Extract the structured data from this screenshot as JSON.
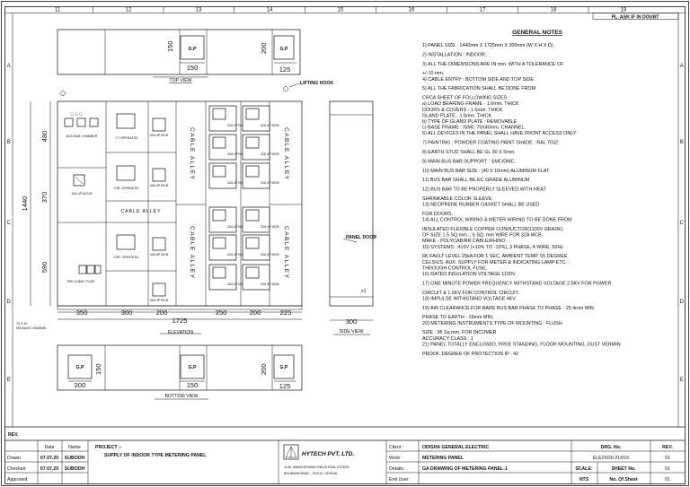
{
  "column_numbers": [
    "11",
    "12",
    "13",
    "14",
    "15",
    "16",
    "17",
    "18",
    "19"
  ],
  "row_letters": [
    "A",
    "B",
    "C",
    "D",
    "E"
  ],
  "corner_note": "PL. ASK IF IN DOUBT",
  "views": {
    "top": "TOP VIEW",
    "elevation": "ELEVATION",
    "side": "SIDE VIEW",
    "bottom": "BOTTOM VIEW"
  },
  "labels": {
    "lifting_hook": "LIFTING HOOK",
    "panel_door": "PANEL DOOR",
    "cable_alley": "CABLE ALLEY",
    "busbar_chamber": "BUS BAR CHAMBER",
    "ct_operated": "CT OPERATED",
    "dir_operated": "DIR. OPERATED",
    "mccb": "32A 4P MCCB",
    "spd_fuse": "SPD & MMC FUSE",
    "mcb": "32A 4P MCB",
    "base_channel": "75 X 40\nMS BASE CHANNEL",
    "gp": "G.P",
    "x1": "x1"
  },
  "dimensions": {
    "top_150": "150",
    "top_200": "200",
    "top_125": "125",
    "h_480": "480",
    "h_370": "370",
    "h_590": "590",
    "h_1440": "1440",
    "w_350": "350",
    "w_300": "300",
    "w_200a": "200",
    "w_250": "250",
    "w_200b": "200",
    "w_225": "225",
    "w_1725": "1725",
    "side_300": "300",
    "bot_200": "200",
    "bot_150": "150",
    "bot_125": "125"
  },
  "general_notes": {
    "title": "GENERAL NOTES",
    "items": [
      "1)  PANEL SIZE : 1440mm X 1725mm X 300mm (W X H X D).",
      "2)  INSTALLATION : INDOOR.",
      "3)  ALL THE DIMENSIONS ARE IN mm. WITH A TOLERANCE OF",
      "      +/-10 mm.",
      "4)  CABLE ENTRY : BOTTOM SIDE AND TOP SIDE.",
      "5)  ALL THE FABRICATION SHALL BE DONE FROM",
      "      CRCA SHEET OF FOLLOWING SIZES :",
      "      a)  LOAD BEARING FRAME - 1.6mm. THICK",
      "           DOORS & COVERS - 1.6mm. THICK",
      "           GLAND PLATE - 1.6mm. THICK",
      "      b)  TYPE OF GLAND PLATE : REMOVABLE",
      "      c)  BASE FRAME : ISMC 75X40mm. CHANNEL.",
      "6)  ALL DEVICES IN THE PANEL SHALL HAVE FRONT ACCESS ONLY.",
      "7)  PAINTING : POWDER COATING PAINT SHADE : RAL 7032.",
      "8)  EARTH STUD SHALL BE GL 30 X 5mm.",
      "9)  MAIN BUS BAR SUPPORT : SMC/DMC.",
      "10)  MAIN BUS BAR SIZE : (40 X 10mm) ALUMINUM FLAT.",
      "11)  BUS BAR SHALL BE EC GRADE ALUMINUM.",
      "12)  BUS BAR TO BE PROPERLY SLEEVED WITH HEAT",
      "        SHRINKABLE COLOR SLEEVE.",
      "13)  NEOPRENE RUBBER GASKET SHALL BE USED",
      "        FOR DOORS.",
      "14)  ALL CONTROL WIRING & METER WIRING TO BE DONE FROM",
      "        INSULATED FLEXIBLE COPPER CONDUCTOR(1100V GRADE)",
      "        OF SIZE 1.5 SQ.mm. , 6 SQ. mm WIRE FOR 32A MCB.",
      "        MAKE - POLYCAB/RR CABLE/RHINO .",
      "15)  SYSTEMS : 415V (+10% TO -15%), 3 PHASE, 4 WIRE, 50Hz",
      "        6K FAULT LEVEL 25kA FOR 1 SEC, AMBIENT TEMP. 55 DEGREE",
      "        CELSIUS. AUX. SUPPLY FOR METER & INDICATING LAMP ETC. :",
      "        THROUGH CONTROL FUSE.",
      "16)  RATED INSULATION VOLTAGE 1100V.",
      "17)  ONE MINUTE POWER FREQUENCY WITHSTAND VOLTAGE 2.5KV FOR POWER",
      "        CIRCUIT & 1.5KV FOR CONTROL CIRCUIT.",
      "18)  IMPULSE WITHSTAND VOLTAGE 4KV.",
      "19)  AIR CLEARANCE FOR BARE BUS BAR PHASE TO PHASE - 25.4mm MIN.",
      "                                       PHASE TO EARTH - 19mm MIN.",
      "20)  METERING INSTRUMENTS TYPE OF MOUNTING : FLUSH",
      "                                                SIZE : 96 Sq.mm. FOR INCOMER",
      "                                      ACCURACY CLASS : 1",
      "21)  PANEL TOTALLY ENCLOSED, FREE STANDING, FLOOR MOUNTING, DUST VERMIN",
      "        PROOF. DEGREE OF PROTECTION IP : 42"
    ]
  },
  "title_block": {
    "rev_label": "REV.",
    "date_header": "Date",
    "name_header": "Name",
    "drawn": "Drawn",
    "checked": "Checked",
    "approved": "Approved",
    "drawn_date": "07.07.20",
    "drawn_name": "SUBODH",
    "checked_date": "07.07.20",
    "checked_name": "SUBODH",
    "project_label": "PROJECT :-",
    "project_value": "SUPPLY OF INDOOR TYPE METERING PANEL",
    "company": "HYTECH PVT. LTD.",
    "company_addr1": "1106, MANCHESWAR INDUSTRIAL ESTATE,",
    "company_addr2": "BHUBANESWAR - 751010, ODISHA.",
    "client_label": "Client :",
    "client_value": "ODISHA GENERAL ELECTRIC",
    "work_label": "Work :",
    "work_value": "METERING PANEL",
    "details_label": "Details:",
    "details_value": "GA DRAWING OF METERING PANEL-1",
    "enduser_label": "End User:",
    "enduser_value": "",
    "drg_no_label": "DRG. No.",
    "drg_no_value": "ELE/2020-21/015",
    "rev_hdr": "REV.",
    "rev_value": "01",
    "scale_label": "SCALE:",
    "scale_value": "NTS",
    "sheet_no_label": "SHEET No.",
    "sheet_no_value": "01",
    "no_of_sheet_label": "No. Of Sheet",
    "no_of_sheet_value": "01",
    "rev_row1": "01",
    "rev_row2": "01"
  }
}
